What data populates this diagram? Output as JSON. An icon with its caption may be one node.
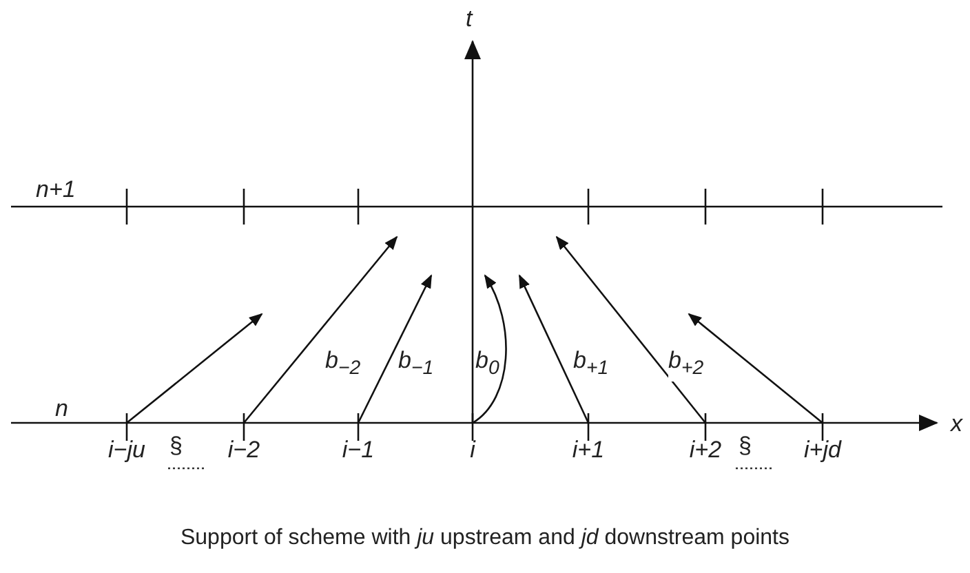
{
  "diagram": {
    "caption": "Support of scheme with *ju* upstream and *jd* downstream points",
    "nodes": [
      {
        "text": [
          "i−ju"
        ]
      },
      {
        "text": [
          "i−2"
        ]
      },
      {
        "text": [
          "i−1"
        ]
      },
      {
        "text": [
          "i"
        ]
      },
      {
        "text": [
          "i+1"
        ]
      },
      {
        "text": [
          "i+2"
        ]
      },
      {
        "text": [
          "i+jd"
        ]
      }
    ],
    "edges": [
      {
        "from": 0,
        "to": null,
        "arrow": "to"
      },
      {
        "from": 1,
        "to": null,
        "arrow": "to",
        "label": "b$_{−2}$"
      },
      {
        "from": 2,
        "to": null,
        "arrow": "to",
        "label": "b$_{−1}$"
      },
      {
        "from": 3,
        "to": null,
        "arrow": "to",
        "label": "b$_{0}$"
      },
      {
        "from": 4,
        "to": null,
        "arrow": "to",
        "label": "b$_{+1}$"
      },
      {
        "from": 5,
        "to": null,
        "arrow": "to",
        "label": "b$_{+2}$"
      },
      {
        "from": 6,
        "to": null,
        "arrow": "to"
      }
    ],
    "labels": [
      "t",
      "n+1",
      "n",
      "§",
      "§",
      "x"
    ]
  }
}
